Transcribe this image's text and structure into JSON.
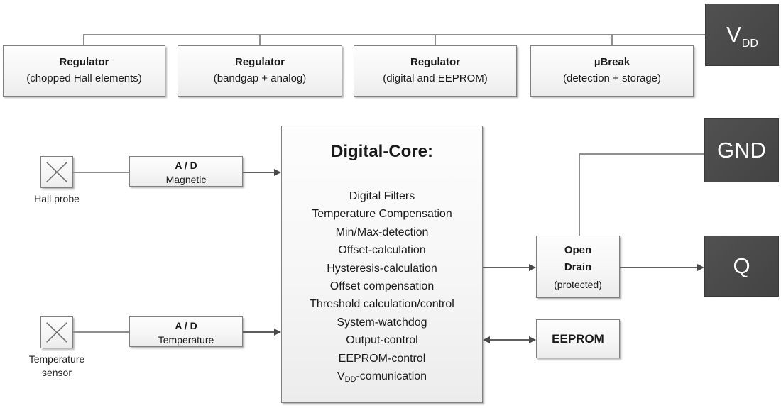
{
  "diagram": {
    "supply_rail": {
      "boxes": [
        {
          "title": "Regulator",
          "subtitle": "(chopped Hall elements)"
        },
        {
          "title": "Regulator",
          "subtitle": "(bandgap + analog)"
        },
        {
          "title": "Regulator",
          "subtitle": "(digital and EEPROM)"
        },
        {
          "title": "µBreak",
          "subtitle": "(detection + storage)"
        }
      ]
    },
    "pins": {
      "vdd": {
        "main": "V",
        "sub": "DD"
      },
      "gnd": "GND",
      "q": "Q"
    },
    "inputs": {
      "hall_probe_label": "Hall probe",
      "temperature_sensor_label": "Temperature sensor",
      "adc_magnetic": {
        "line1": "A / D",
        "line2": "Magnetic"
      },
      "adc_temperature": {
        "line1": "A / D",
        "line2": "Temperature"
      }
    },
    "digital_core": {
      "title": "Digital-Core:",
      "items": [
        "Digital Filters",
        "Temperature Compensation",
        "Min/Max-detection",
        "Offset-calculation",
        "Hysteresis-calculation",
        "Offset compensation",
        "Threshold calculation/control",
        "System-watchdog",
        "Output-control",
        "EEPROM-control"
      ],
      "last_item": {
        "pre": "V",
        "sub": "DD",
        "post": "-comunication"
      }
    },
    "outputs": {
      "open_drain": {
        "line1": "Open",
        "line2": "Drain",
        "line3": "(protected)"
      },
      "eeprom": "EEPROM"
    },
    "colors": {
      "pin_box_fill": "#474747",
      "pin_box_text": "#ffffff",
      "block_border": "#7f7f7f",
      "block_fill": "#f4f4f4",
      "connector_line": "#8f8f8f",
      "arrow": "#4a4a4a"
    }
  }
}
